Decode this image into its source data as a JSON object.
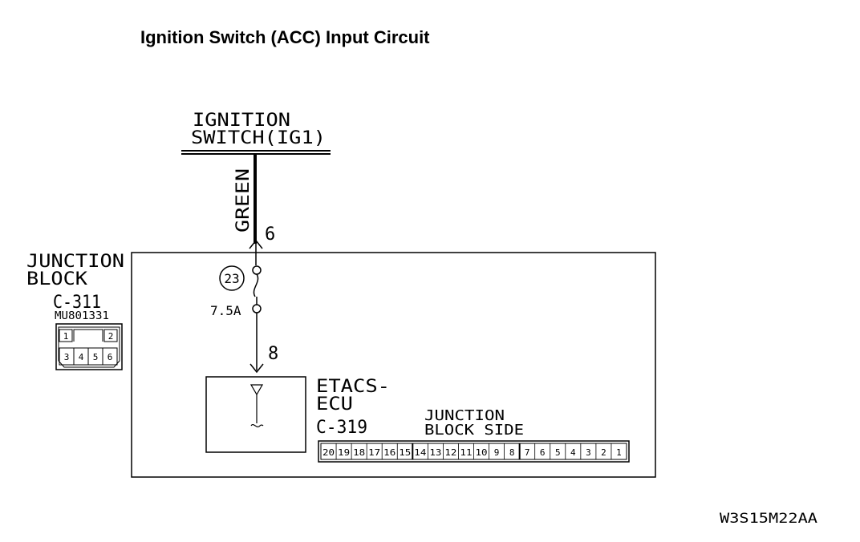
{
  "title": "Ignition Switch (ACC) Input Circuit",
  "ignition_switch": {
    "line1": "IGNITION",
    "line2": "SWITCH(IG1)"
  },
  "wire_color": "GREEN",
  "pin_in": "6",
  "pin_out": "8",
  "fuse": {
    "number": "23",
    "rating": "7.5A"
  },
  "junction_block": {
    "line1": "JUNCTION",
    "line2": "BLOCK",
    "connector": "C-311",
    "part_number": "MU801331",
    "connector_pins_top": [
      "1",
      "2"
    ],
    "connector_pins_bottom": [
      "3",
      "4",
      "5",
      "6"
    ]
  },
  "etacs": {
    "line1": "ETACS-",
    "line2": "ECU",
    "connector": "C-319"
  },
  "junction_block_side": {
    "line1": "JUNCTION",
    "line2": "BLOCK SIDE",
    "pins": [
      "20",
      "19",
      "18",
      "17",
      "16",
      "15",
      "14",
      "13",
      "12",
      "11",
      "10",
      "9",
      "8",
      "7",
      "6",
      "5",
      "4",
      "3",
      "2",
      "1"
    ]
  },
  "figure_code": "W3S15M22AA",
  "colors": {
    "ink": "#000000",
    "background": "#ffffff"
  }
}
